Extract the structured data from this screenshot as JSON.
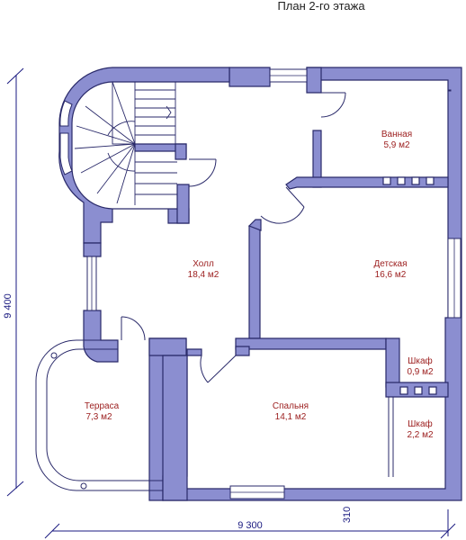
{
  "title": "План 2-го этажа",
  "rooms": [
    {
      "name": "Ванная",
      "area": "5,9 м2"
    },
    {
      "name": "Холл",
      "area": "18,4 м2"
    },
    {
      "name": "Детская",
      "area": "16,6 м2"
    },
    {
      "name": "Шкаф",
      "area": "0,9 м2"
    },
    {
      "name": "Терраса",
      "area": "7,3 м2"
    },
    {
      "name": "Спальня",
      "area": "14,1 м2"
    },
    {
      "name": "Шкаф",
      "area": "2,2 м2"
    }
  ],
  "dimensions": {
    "width": "9 300",
    "height": "9 400",
    "offset": "310"
  },
  "colors": {
    "wall_fill": "#8b8ed0",
    "wall_stroke": "#2a2a6a",
    "room_text": "#9b1c1c",
    "dimension": "#1a1a80"
  }
}
